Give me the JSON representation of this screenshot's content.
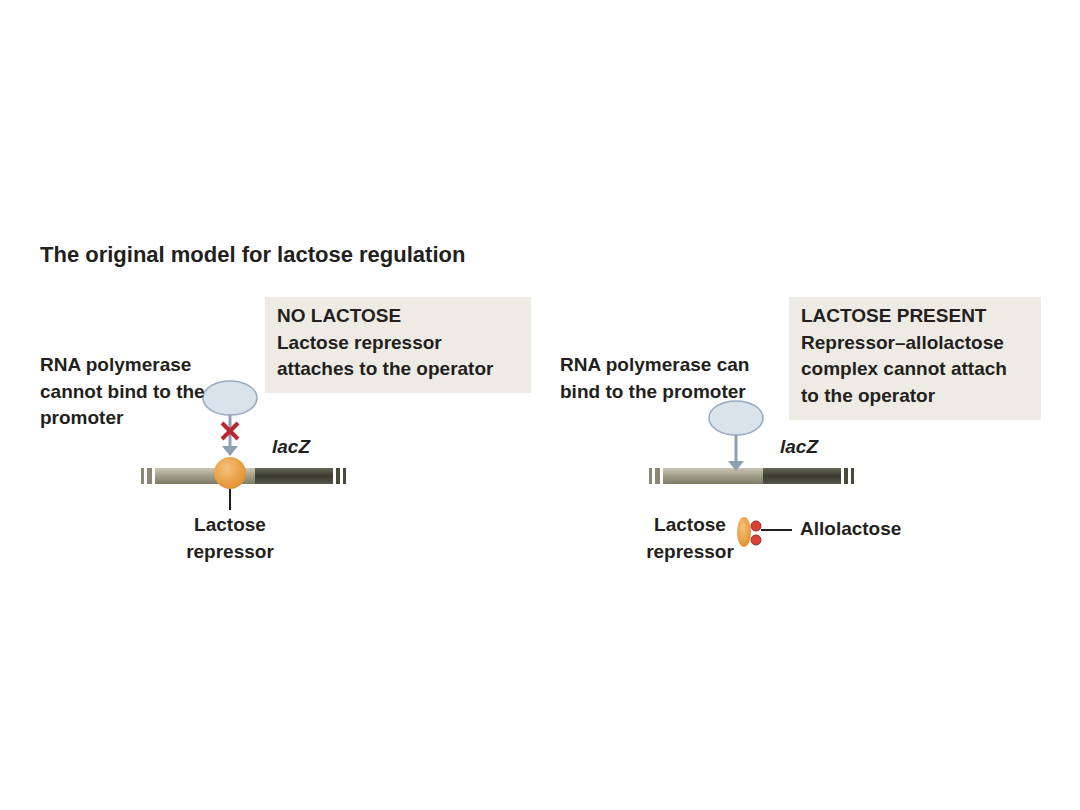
{
  "diagram": {
    "title": "The original model for lactose regulation",
    "nodes": [
      {
        "text": [
          "NO LACTOSE",
          "Lactose repressor attaches to the operator"
        ]
      },
      {
        "text": [
          "LACTOSE PRESENT",
          "Repressor–allolactose complex cannot attach to the operator"
        ]
      }
    ],
    "labels": [
      "RNA polymerase cannot bind to the promoter",
      "lacZ",
      "Lactose repressor",
      "RNA polymerase can bind to the promoter",
      "lacZ",
      "Lactose repressor",
      "Allolactose"
    ]
  }
}
